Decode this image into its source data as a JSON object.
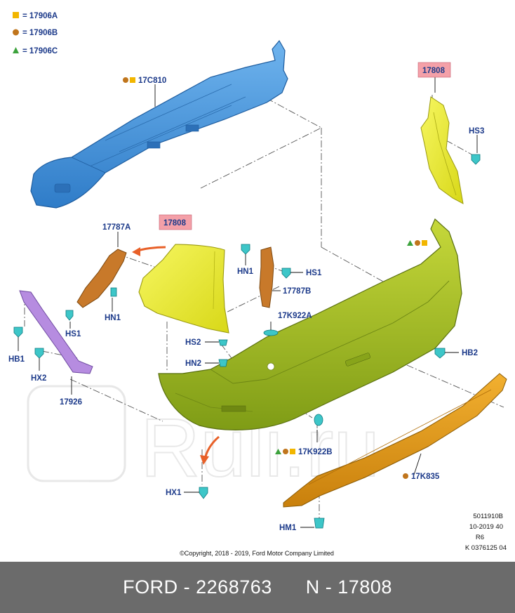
{
  "legend": [
    {
      "symbol": "square-icon",
      "color": "#f2b600",
      "text": "= 17906A"
    },
    {
      "symbol": "circle-icon",
      "color": "#c0751c",
      "text": "= 17906B"
    },
    {
      "symbol": "triangle-icon",
      "color": "#3ca23c",
      "text": "= 17906C"
    }
  ],
  "callouts": {
    "c17c810": "17C810",
    "c17808_top": "17808",
    "c17808_mid": "17808",
    "hs3": "HS3",
    "c17787a": "17787A",
    "hn1_left": "HN1",
    "hs1_left": "HS1",
    "hb1": "HB1",
    "hx2": "HX2",
    "c17926": "17926",
    "hn1_right": "HN1",
    "hs1_right": "HS1",
    "c17787b": "17787B",
    "c17k922a": "17K922A",
    "hs2": "HS2",
    "hn2": "HN2",
    "hb2": "HB2",
    "c17k922b": "17K922B",
    "c17k835": "17K835",
    "hx1": "HX1",
    "hm1": "HM1"
  },
  "info_block": [
    "5011910B",
    "10-2019 40",
    "R6",
    "K 0376125 04"
  ],
  "copyright": "©Copyright, 2018 - 2019, Ford Motor Company Limited",
  "watermark": "Ruli.ru",
  "footer": {
    "brand": "FORD",
    "sep": " - ",
    "part_number": "2268763",
    "n_label": "N - 17808"
  },
  "colors": {
    "blue_part": "#4a9ae0",
    "yellow_part": "#e8e830",
    "green_part": "#a6c020",
    "orange_part": "#e49a18",
    "brown_part": "#c07a2c",
    "purple_part": "#b68ce0",
    "clip": "#3dc6c8",
    "label_box": "#f4a0a8",
    "arrow": "#e86028"
  }
}
